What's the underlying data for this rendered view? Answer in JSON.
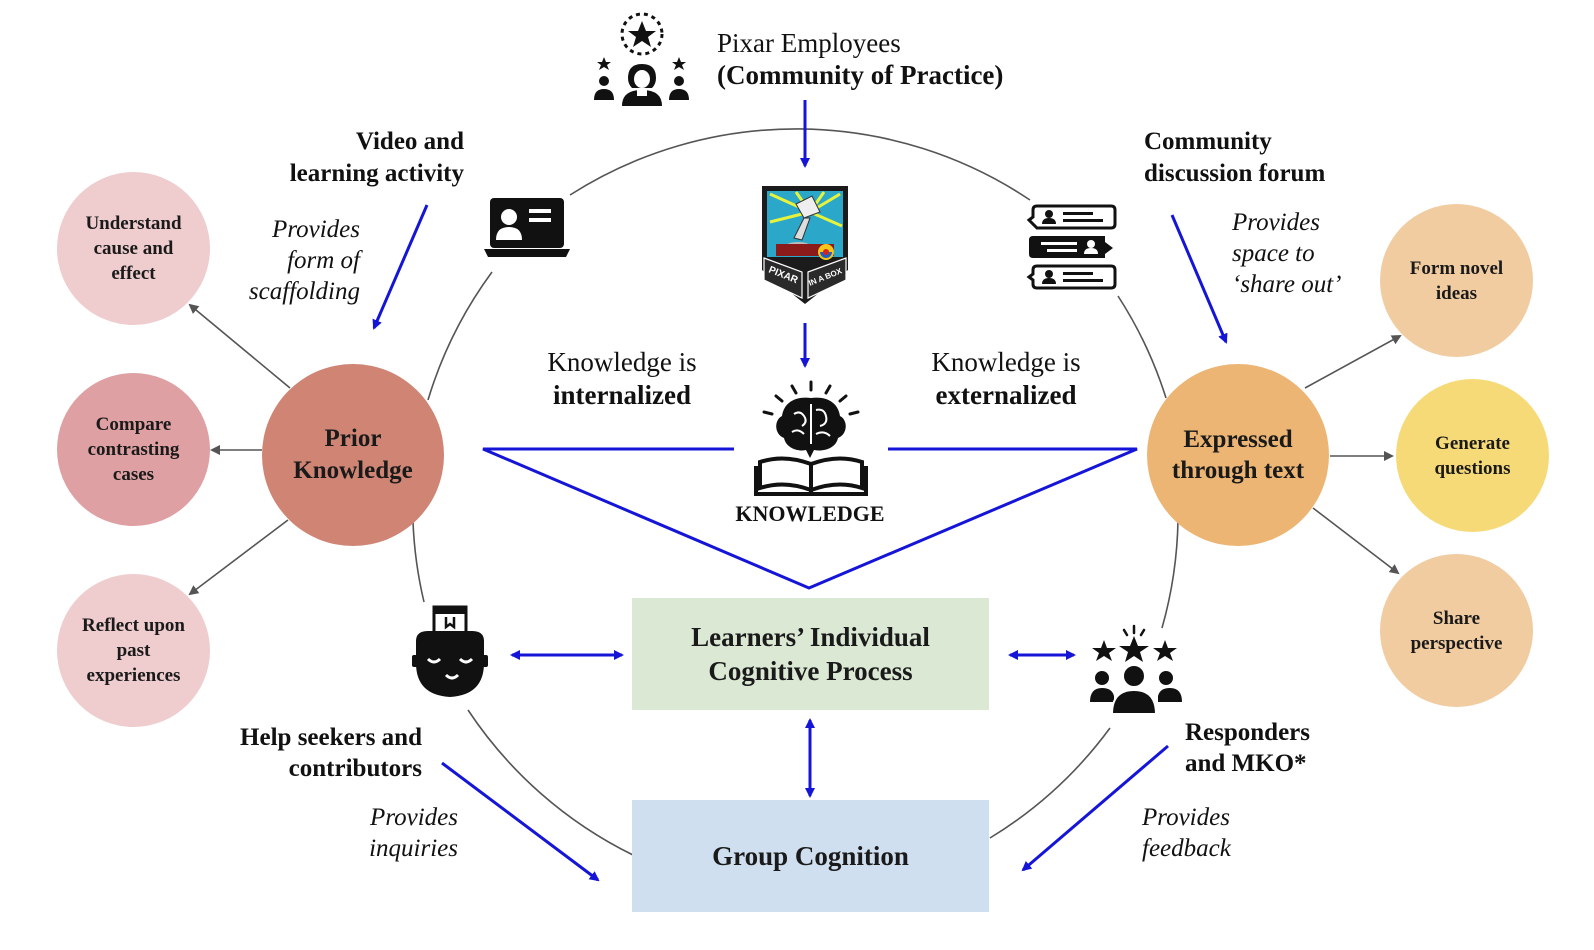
{
  "top": {
    "line1": "Pixar Employees",
    "line2": "(Community of Practice)"
  },
  "video": {
    "title_line1": "Video and",
    "title_line2": "learning activity",
    "note_line1": "Provides",
    "note_line2": "form of",
    "note_line3": "scaffolding"
  },
  "forum": {
    "title_line1": "Community",
    "title_line2": "discussion forum",
    "note_line1": "Provides",
    "note_line2": "space to",
    "note_line3": "‘share out’"
  },
  "internalized": {
    "line1": "Knowledge is",
    "line2": "internalized"
  },
  "externalized": {
    "line1": "Knowledge is",
    "line2": "externalized"
  },
  "knowledge_label": "KNOWLEDGE",
  "logo_text": {
    "word1": "PIXAR",
    "word2": "IN A BOX"
  },
  "prior": {
    "line1": "Prior",
    "line2": "Knowledge"
  },
  "expressed": {
    "line1": "Expressed",
    "line2": "through text"
  },
  "left_outcomes": [
    {
      "line1": "Understand",
      "line2": "cause and",
      "line3": "effect"
    },
    {
      "line1": "Compare",
      "line2": "contrasting",
      "line3": "cases"
    },
    {
      "line1": "Reflect upon",
      "line2": "past",
      "line3": "experiences"
    }
  ],
  "right_outcomes": [
    {
      "line1": "Form novel",
      "line2": "ideas"
    },
    {
      "line1": "Generate",
      "line2": "questions"
    },
    {
      "line1": "Share",
      "line2": "perspective"
    }
  ],
  "individual": {
    "line1": "Learners’ Individual",
    "line2": "Cognitive Process"
  },
  "group": {
    "label": "Group Cognition"
  },
  "help": {
    "title_line1": "Help seekers and",
    "title_line2": "contributors",
    "note_line1": "Provides",
    "note_line2": "inquiries"
  },
  "responders": {
    "title_line1": "Responders",
    "title_line2": "and MKO*",
    "note_line1": "Provides",
    "note_line2": "feedback"
  },
  "colors": {
    "arrow_blue": "#1515d8",
    "arc_gray": "#555555",
    "prior": "#cf8474",
    "expressed": "#ecb574",
    "left_outcome_light": "#efccce",
    "left_outcome_mid": "#dea0a2",
    "right_outcome_peach": "#f1cca1",
    "right_outcome_yellow": "#f7da78",
    "individual_box": "#dae8d4",
    "group_box": "#d0dff0"
  },
  "icons": [
    "community-star-icon",
    "laptop-profile-icon",
    "pixar-in-a-box-logo",
    "brain-book-icon",
    "chat-bubbles-icon",
    "thinking-head-icon",
    "star-team-icon"
  ]
}
